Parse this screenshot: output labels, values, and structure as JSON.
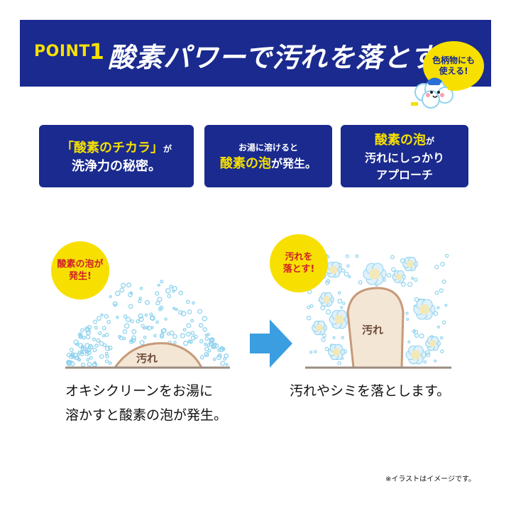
{
  "banner": {
    "point_label": "POINT",
    "point_number": "1",
    "headline": "酸素パワーで汚れを落とす!!",
    "badge_line1": "色柄物にも",
    "badge_line2": "使える!"
  },
  "features": [
    {
      "l1a": "「酸素のチカラ」",
      "l1b": "が",
      "l2": "洗浄力の秘密。"
    },
    {
      "l1": "お湯に溶けると",
      "l2a": "酸素の泡",
      "l2b": "が発生。"
    },
    {
      "l1a": "酸素の泡",
      "l1b": "が",
      "l2": "汚れにしっかり",
      "l3": "アプローチ"
    }
  ],
  "left_scene": {
    "callout_line1": "酸素の泡が",
    "callout_line2": "発生!",
    "stain_label": "汚れ",
    "caption_line1": "オキシクリーンをお湯に",
    "caption_line2": "溶かすと酸素の泡が発生。"
  },
  "right_scene": {
    "callout_line1": "汚れを",
    "callout_line2": "落とす!",
    "stain_label": "汚れ",
    "caption": "汚れやシミを落とします。"
  },
  "footnote": "※イラストはイメージです。",
  "colors": {
    "navy": "#1a2a8e",
    "yellow": "#f7e000",
    "red": "#d01f2a",
    "bubble": "#8fd3ee",
    "arrow": "#3a9ee0"
  }
}
